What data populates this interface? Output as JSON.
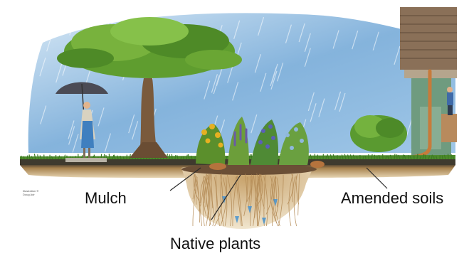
{
  "labels": {
    "mulch": "Mulch",
    "amended_soils": "Amended soils",
    "native_plants": "Native plants"
  },
  "credit": "Illustration © Doug Adr",
  "colors": {
    "sky": "#6fa6d6",
    "soil": "#a8834f",
    "ground_dark": "#3f3a2e",
    "grass": "#4c8a2a",
    "foliage": "#5f9d2f",
    "trunk": "#7a5a3c",
    "building": "#8a7058",
    "downspout": "#c77b3b",
    "roots": "#c8a36c",
    "water": "#3d8fd1"
  },
  "icons": [
    "tree",
    "umbrella",
    "person",
    "building",
    "downspout",
    "native-plants",
    "roots",
    "flowers"
  ]
}
